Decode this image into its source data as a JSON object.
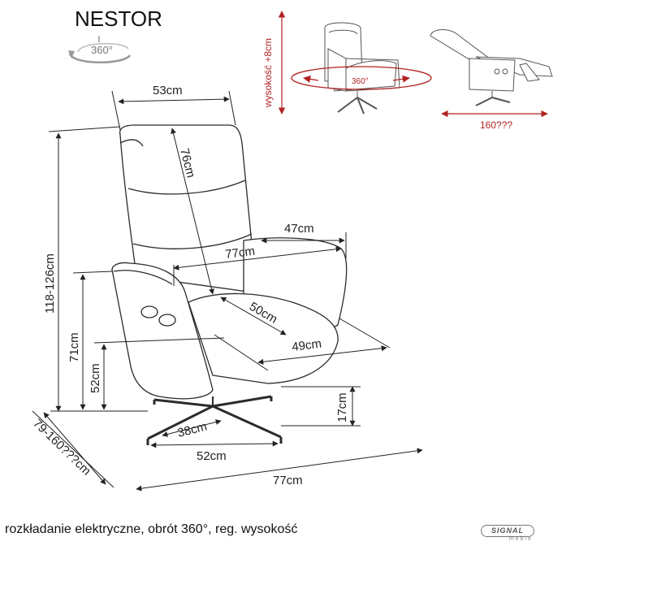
{
  "title": "NESTOR",
  "rotation_badge": "360°",
  "caption": "rozkładanie elektryczne, obrót 360°, reg. wysokość",
  "logo": {
    "brand": "SIGNAL",
    "sub": "meble",
    "name": "signal-logo"
  },
  "thumbnails": {
    "height_adjust": "wysokość +8cm",
    "rotation": "360°",
    "recline_length": "160???"
  },
  "dimensions": {
    "seat_back_width": "53cm",
    "backrest_height": "76cm",
    "total_height": "118-126cm",
    "arm_to_arm": "47cm",
    "overall_width": "77cm",
    "armrest_height": "71cm",
    "seat_height": "52cm",
    "seat_depth": "50cm",
    "seat_width": "49cm",
    "base_height": "17cm",
    "base_small": "38cm",
    "base_width": "52cm",
    "overall_depth": "77cm",
    "reclined_depth": "79-160???cm"
  },
  "colors": {
    "line": "#2b2b2b",
    "accent": "#b22222",
    "text": "#222222"
  }
}
